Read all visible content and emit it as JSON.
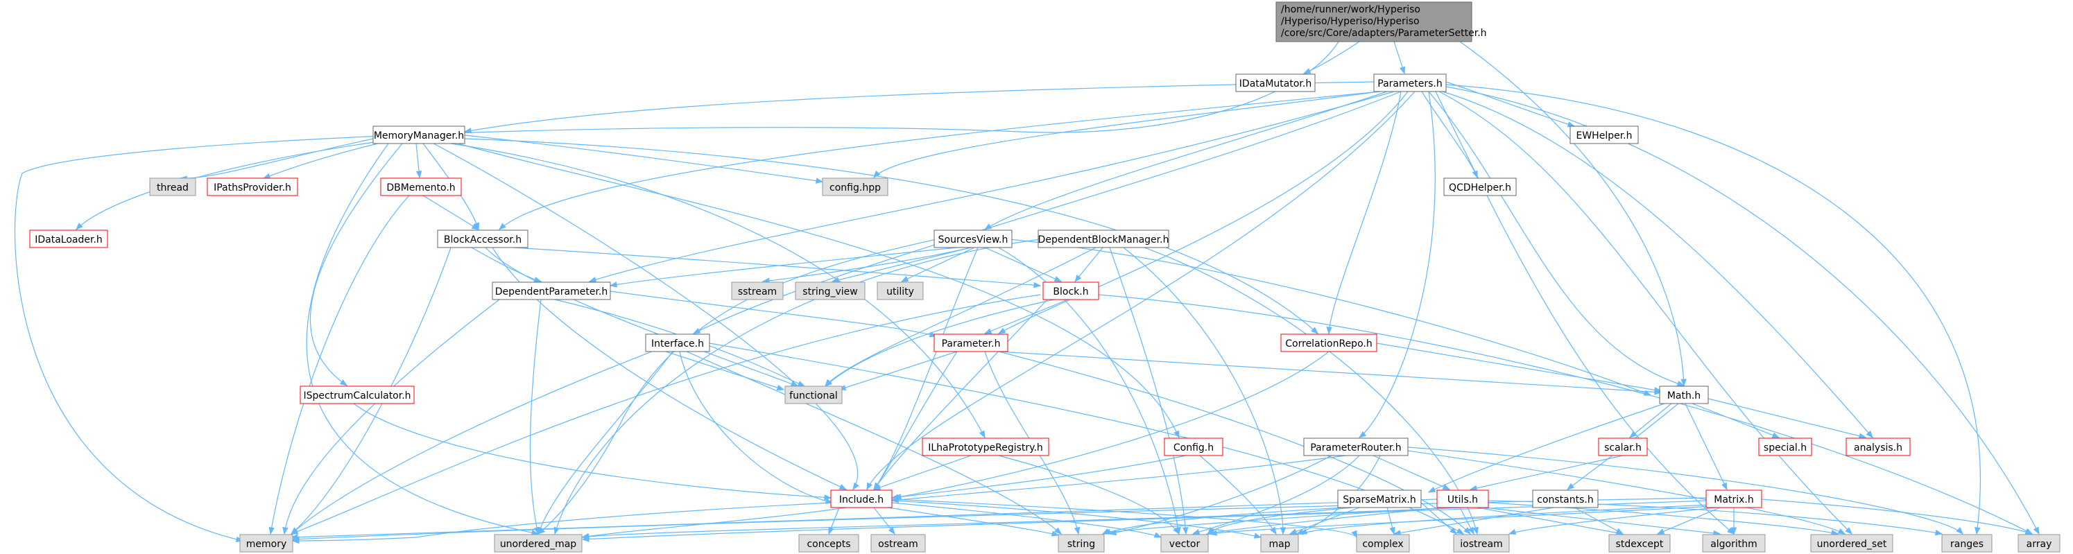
{
  "root": {
    "lines": [
      "/home/runner/work/Hyperiso",
      "/Hyperiso/Hyperiso/Hyperiso",
      "/core/src/Core/adapters/ParameterSetter.h"
    ],
    "fill": "#999999"
  },
  "colors": {
    "edge": "#63b8ff",
    "red_border": "#ff0000",
    "gray_fill": "#e0e0e0",
    "gray_border": "#999999",
    "normal_border": "#666666",
    "red_text": "#000000"
  },
  "nodes": {
    "idatamutator": "IDataMutator.h",
    "parameters": "Parameters.h",
    "memorymanager": "MemoryManager.h",
    "ewhelper": "EWHelper.h",
    "qcdhelper": "QCDHelper.h",
    "thread": "thread",
    "ipathsprovider": "IPathsProvider.h",
    "dbmemento": "DBMemento.h",
    "config_hpp": "config.hpp",
    "idataloader": "IDataLoader.h",
    "blockaccessor": "BlockAccessor.h",
    "sourcesview": "SourcesView.h",
    "dependentblockmanager": "DependentBlockManager.h",
    "dependentparameter": "DependentParameter.h",
    "sstream": "sstream",
    "string_view": "string_view",
    "utility": "utility",
    "block": "Block.h",
    "interface": "Interface.h",
    "parameter": "Parameter.h",
    "correlationrepo": "CorrelationRepo.h",
    "functional": "functional",
    "ispectrumcalculator": "ISpectrumCalculator.h",
    "math": "Math.h",
    "ilhaprototyperegistry": "ILhaPrototypeRegistry.h",
    "config_h": "Config.h",
    "parameterrouter": "ParameterRouter.h",
    "scalar": "scalar.h",
    "special": "special.h",
    "analysis": "analysis.h",
    "include": "Include.h",
    "sparsematrix": "SparseMatrix.h",
    "utils": "Utils.h",
    "constants": "constants.h",
    "matrix": "Matrix.h",
    "memory": "memory",
    "unordered_map": "unordered_map",
    "concepts": "concepts",
    "ostream": "ostream",
    "string": "string",
    "vector": "vector",
    "map": "map",
    "complex": "complex",
    "iostream": "iostream",
    "stdexcept": "stdexcept",
    "algorithm": "algorithm",
    "unordered_set": "unordered_set",
    "ranges": "ranges",
    "array": "array"
  }
}
